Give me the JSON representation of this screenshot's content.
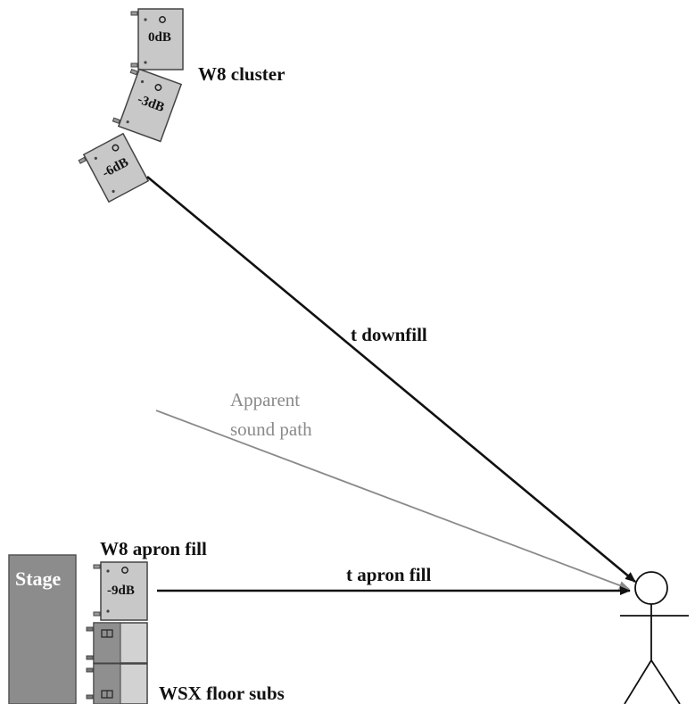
{
  "labels": {
    "cluster": "W8 cluster",
    "apron_fill": "W8 apron fill",
    "floor_subs": "WSX floor subs",
    "stage": "Stage",
    "t_downfill": "t downfill",
    "t_apron_fill": "t apron fill",
    "apparent_line1": "Apparent",
    "apparent_line2": "sound path"
  },
  "cluster_speakers": [
    {
      "level": "0dB"
    },
    {
      "level": "-3dB"
    },
    {
      "level": "-6dB"
    }
  ],
  "apron_speaker": {
    "level": "-9dB"
  },
  "colors": {
    "speaker_fill": "#c8c8c8",
    "sub_fill": "#d2d2d2",
    "sub_dark": "#8f8f8f",
    "stage_fill": "#8c8c8c",
    "line_dark": "#111111",
    "line_grey": "#8a8a8a"
  }
}
